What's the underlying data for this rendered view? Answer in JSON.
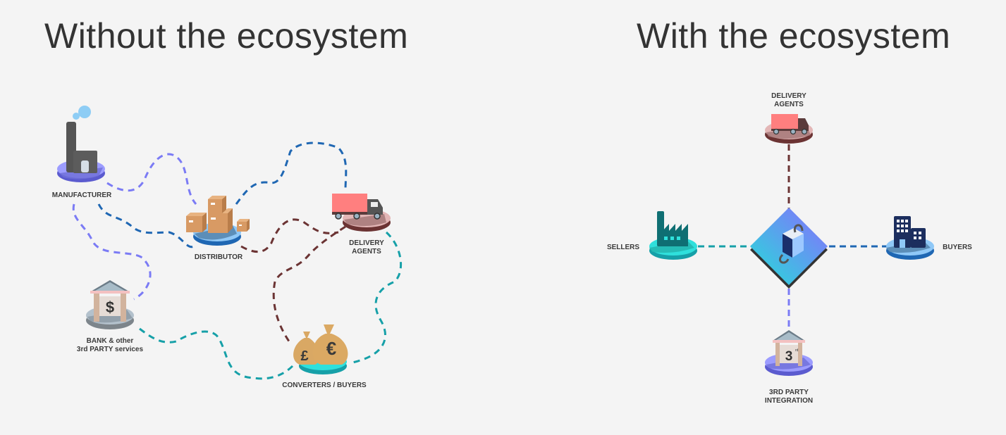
{
  "titles": {
    "left": "Without the ecosystem",
    "right": "With the ecosystem"
  },
  "left_diagram": {
    "nodes": {
      "manufacturer": {
        "label": "MANUFACTURER",
        "icon": "factory-icon"
      },
      "distributor": {
        "label": "DISTRIBUTOR",
        "icon": "boxes-icon"
      },
      "delivery": {
        "label_line1": "DELIVERY",
        "label_line2": "AGENTS",
        "icon": "truck-icon"
      },
      "bank": {
        "label_line1": "BANK & other",
        "label_line2": "3rd PARTY services",
        "icon": "bank-icon",
        "glyph": "$"
      },
      "converters": {
        "label": "CONVERTERS / BUYERS",
        "icon": "money-bags-icon",
        "glyph_small": "£",
        "glyph_large": "€"
      }
    }
  },
  "right_diagram": {
    "hub": {
      "icon": "blockchain-hub-icon"
    },
    "nodes": {
      "delivery": {
        "label_line1": "DELIVERY",
        "label_line2": "AGENTS",
        "icon": "truck-icon"
      },
      "sellers": {
        "label": "SELLERS",
        "icon": "factory-icon"
      },
      "buyers": {
        "label": "BUYERS",
        "icon": "building-icon"
      },
      "third_party": {
        "label_line1": "3RD PARTY",
        "label_line2": "INTEGRATION",
        "icon": "bank-icon",
        "glyph": "3",
        "glyph_sup": "rd"
      }
    }
  },
  "colors": {
    "purple": "#7b7bf5",
    "blue": "#1f67b3",
    "maroon": "#6b3333",
    "teal": "#16a0a8",
    "text": "#333333",
    "background": "#f4f4f4"
  }
}
